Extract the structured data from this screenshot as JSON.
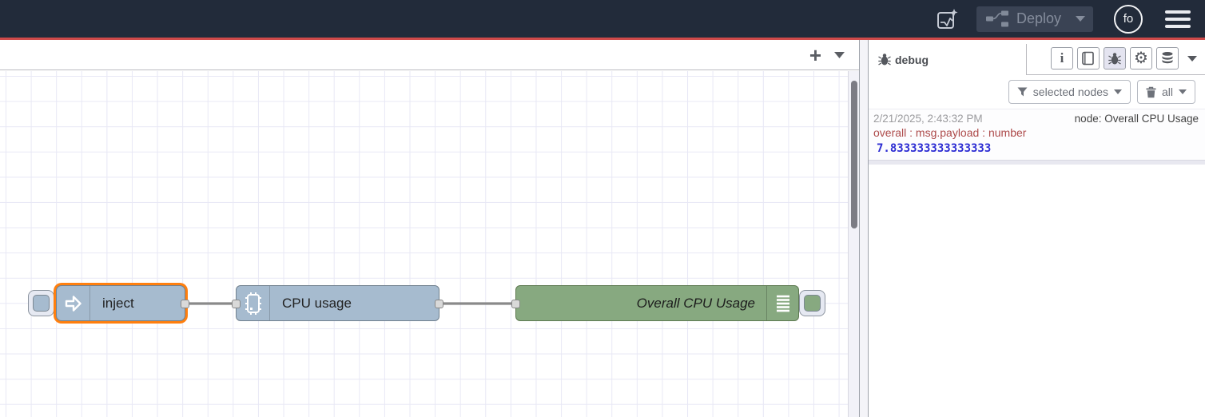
{
  "header": {
    "deploy": {
      "label": "Deploy"
    },
    "avatar": {
      "label": "fo"
    }
  },
  "workspace": {
    "add_flow_label": "+",
    "nodes": {
      "inject": {
        "label": "inject",
        "type": "inject",
        "color": "#a6bbcf",
        "selected": true
      },
      "cpu": {
        "label": "CPU usage",
        "type": "cpu",
        "color": "#a6bbcf"
      },
      "debug": {
        "label": "Overall CPU Usage",
        "type": "debug",
        "color": "#87a980"
      }
    }
  },
  "sidebar": {
    "tab": {
      "label": "debug"
    },
    "toolbar": {
      "filter_label": "selected nodes",
      "clear_label": "all"
    },
    "messages": [
      {
        "timestamp": "2/21/2025, 2:43:32 PM",
        "node_label": "node: Overall CPU Usage",
        "property": "overall : msg.payload : number",
        "value": "7.833333333333333"
      }
    ]
  },
  "colors": {
    "header_bg": "#222b3a",
    "accent_red": "#cf4a4a",
    "node_blue": "#a6bbcf",
    "node_green": "#87a980",
    "selected_outline": "#ff7f0e",
    "debug_property_text": "#ad4a4a",
    "debug_number_text": "#2d2dd3"
  }
}
